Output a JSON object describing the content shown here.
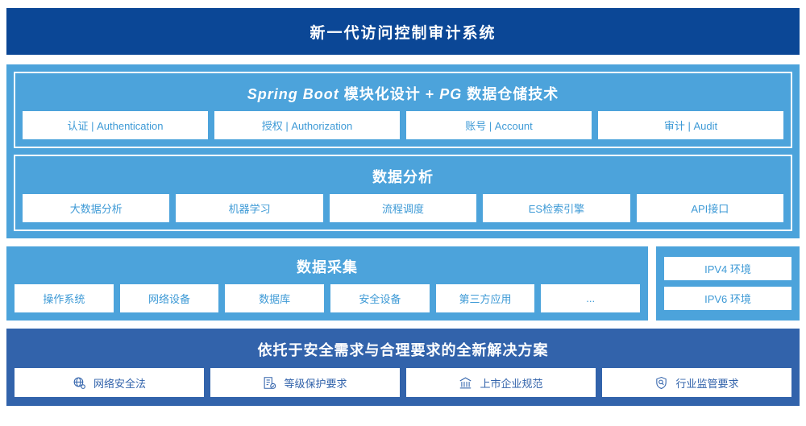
{
  "header": {
    "title": "新一代访问控制审计系统"
  },
  "architecture": {
    "modules": [
      {
        "title_parts": [
          {
            "text": "Spring Boot",
            "italic": true
          },
          {
            "text": " 模块化设计 + ",
            "italic": false
          },
          {
            "text": "PG",
            "italic": true
          },
          {
            "text": " 数据仓储技术",
            "italic": false
          }
        ],
        "title_plain": "Spring Boot 模块化设计 + PG 数据仓储技术",
        "chips": [
          "认证 | Authentication",
          "授权 | Authorization",
          "账号 | Account",
          "审计 | Audit"
        ]
      },
      {
        "title_plain": "数据分析",
        "chips": [
          "大数据分析",
          "机器学习",
          "流程调度",
          "ES检索引擎",
          "API接口"
        ]
      }
    ]
  },
  "collection": {
    "title": "数据采集",
    "chips": [
      "操作系统",
      "网络设备",
      "数据库",
      "安全设备",
      "第三方应用",
      "..."
    ]
  },
  "environments": {
    "items": [
      "IPV4 环境",
      "IPV6 环境"
    ]
  },
  "compliance": {
    "title": "依托于安全需求与合理要求的全新解决方案",
    "items": [
      {
        "label": "网络安全法",
        "icon": "globe-icon"
      },
      {
        "label": "等级保护要求",
        "icon": "document-check-icon"
      },
      {
        "label": "上市企业规范",
        "icon": "bank-icon"
      },
      {
        "label": "行业监管要求",
        "icon": "shield-search-icon"
      }
    ]
  },
  "colors": {
    "header_navy": "#0b4796",
    "panel_blue": "#4ca3db",
    "compliance_blue": "#3263ab",
    "chip_text_blue": "#3e9ad6",
    "white": "#ffffff"
  }
}
